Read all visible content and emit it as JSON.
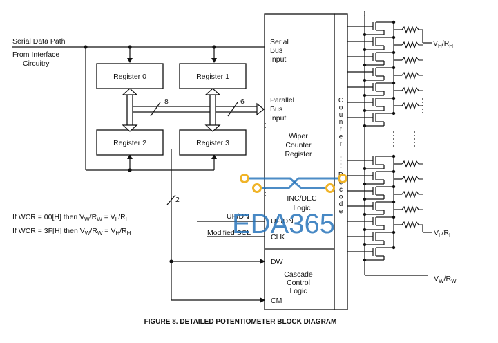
{
  "labels": {
    "serial_data_path": "Serial Data Path",
    "from_interface_1": "From Interface",
    "from_interface_2": "Circuitry",
    "register_0": "Register 0",
    "register_1": "Register 1",
    "register_2": "Register 2",
    "register_3": "Register 3",
    "bus_width_8": "8",
    "bus_width_6": "6",
    "bus_width_2": "2",
    "serial_bus_1": "Serial",
    "serial_bus_2": "Bus",
    "serial_bus_3": "Input",
    "parallel_bus_1": "Parallel",
    "parallel_bus_2": "Bus",
    "parallel_bus_3": "Input",
    "wiper_1": "Wiper",
    "wiper_2": "Counter",
    "wiper_3": "Register",
    "counter_letters": [
      "C",
      "o",
      "u",
      "n",
      "t",
      "e",
      "r"
    ],
    "decode_letters": [
      "D",
      "e",
      "c",
      "o",
      "d",
      "e"
    ],
    "inc_dec_1": "INC/DEC",
    "inc_dec_2": "Logic",
    "up_dn_in": "UP/DN",
    "up_dn_pin": "UP/DN",
    "modified_sck": "Modified SCL",
    "clk_pin": "CLK",
    "dw_pin": "DW",
    "cm_pin": "CM",
    "cascade_1": "Cascade",
    "cascade_2": "Control",
    "cascade_3": "Logic",
    "vh_rh": "V",
    "vh_sub": "H",
    "rh_r": "/R",
    "rh_sub": "H",
    "vl_v": "V",
    "vl_sub": "L",
    "vl_r": "/R",
    "vl_rsub": "L",
    "vw_v": "V",
    "vw_sub": "W",
    "vw_r": "/R",
    "vw_rsub": "W",
    "wcr_line1_a": "If WCR = 00[H] then V",
    "wcr_line1_b": "W",
    "wcr_line1_c": "/R",
    "wcr_line1_d": "W",
    "wcr_line1_e": " = V",
    "wcr_line1_f": "L",
    "wcr_line1_g": "/R",
    "wcr_line1_h": "L",
    "wcr_line2_a": "If WCR = 3F[H] then V",
    "wcr_line2_b": "W",
    "wcr_line2_c": "/R",
    "wcr_line2_d": "W",
    "wcr_line2_e": " = V",
    "wcr_line2_f": "H",
    "wcr_line2_g": "/R",
    "wcr_line2_h": "H",
    "caption": "FIGURE 8.  DETAILED POTENTIOMETER BLOCK DIAGRAM",
    "watermark": "EDA365"
  },
  "colors": {
    "ink": "#111111",
    "watermark_blue": "#1f6fb8",
    "watermark_gold": "#f0b429"
  }
}
